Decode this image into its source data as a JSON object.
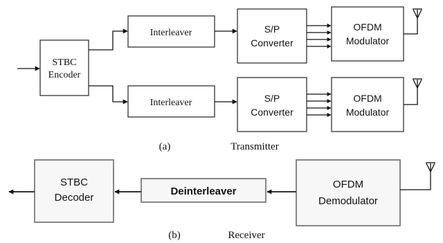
{
  "transmitter": {
    "stbc_encoder": [
      "STBC",
      "Encoder"
    ],
    "interleaver_top": "Interleaver",
    "interleaver_bottom": "Interleaver",
    "sp_converter_top": [
      "S/P",
      "Converter"
    ],
    "sp_converter_bottom": [
      "S/P",
      "Converter"
    ],
    "ofdm_modulator_top": [
      "OFDM",
      "Modulator"
    ],
    "ofdm_modulator_bottom": [
      "OFDM",
      "Modulator"
    ],
    "caption_letter": "(a)",
    "caption_title": "Transmitter"
  },
  "receiver": {
    "ofdm_demodulator": [
      "OFDM",
      "Demodulator"
    ],
    "deinterleaver": "Deinterleaver",
    "stbc_decoder": [
      "STBC",
      "Decoder"
    ],
    "caption_letter": "(b)",
    "caption_title": "Receiver"
  }
}
